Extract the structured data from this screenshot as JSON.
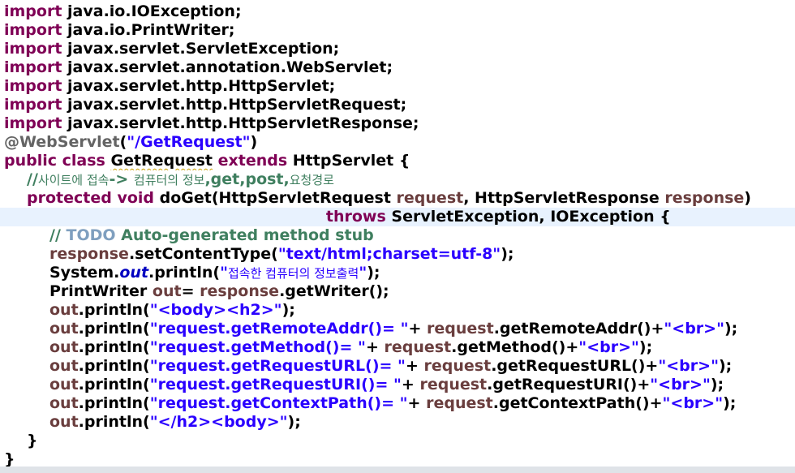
{
  "colors": {
    "keyword": "#7f0055",
    "string": "#2a00ff",
    "field": "#0000c0",
    "variable": "#6a3e3e",
    "comment": "#3f7f5f",
    "todo": "#7f9fbf",
    "annotation": "#646464",
    "current_line": "#e8f2fe"
  },
  "lines": [
    {
      "indent": 0,
      "tokens": [
        {
          "t": "import",
          "c": "kw"
        },
        {
          "t": " java.io.IOException;",
          "c": "plain"
        }
      ]
    },
    {
      "indent": 0,
      "tokens": [
        {
          "t": "import",
          "c": "kw"
        },
        {
          "t": " java.io.PrintWriter;",
          "c": "plain"
        }
      ]
    },
    {
      "indent": 0,
      "tokens": [
        {
          "t": "import",
          "c": "kw"
        },
        {
          "t": " javax.servlet.ServletException;",
          "c": "plain"
        }
      ]
    },
    {
      "indent": 0,
      "tokens": [
        {
          "t": "import",
          "c": "kw"
        },
        {
          "t": " javax.servlet.annotation.WebServlet;",
          "c": "plain"
        }
      ]
    },
    {
      "indent": 0,
      "tokens": [
        {
          "t": "import",
          "c": "kw"
        },
        {
          "t": " javax.servlet.http.HttpServlet;",
          "c": "plain"
        }
      ]
    },
    {
      "indent": 0,
      "tokens": [
        {
          "t": "import",
          "c": "kw"
        },
        {
          "t": " javax.servlet.http.HttpServletRequest;",
          "c": "plain"
        }
      ]
    },
    {
      "indent": 0,
      "tokens": [
        {
          "t": "import",
          "c": "kw"
        },
        {
          "t": " javax.servlet.http.HttpServletResponse;",
          "c": "plain"
        }
      ]
    },
    {
      "indent": 0,
      "tokens": [
        {
          "t": "@WebServlet",
          "c": "ann"
        },
        {
          "t": "(",
          "c": "plain"
        },
        {
          "t": "\"/GetRequest\"",
          "c": "str"
        },
        {
          "t": ")",
          "c": "plain"
        }
      ]
    },
    {
      "indent": 0,
      "tokens": [
        {
          "t": "public",
          "c": "kw"
        },
        {
          "t": " ",
          "c": "plain"
        },
        {
          "t": "class",
          "c": "kw"
        },
        {
          "t": " ",
          "c": "plain"
        },
        {
          "t": "GetRequest",
          "c": "plain",
          "squiggle": true
        },
        {
          "t": " ",
          "c": "plain"
        },
        {
          "t": "extends",
          "c": "kw"
        },
        {
          "t": " HttpServlet {",
          "c": "plain"
        }
      ]
    },
    {
      "indent": 1,
      "korean": true,
      "tokens": [
        {
          "t": "//",
          "c": "comment"
        },
        {
          "t": "사이트에 접속",
          "c": "comment-ko"
        },
        {
          "t": "-> ",
          "c": "comment"
        },
        {
          "t": "컴퓨터의 정보",
          "c": "comment-ko"
        },
        {
          "t": ",get,post,",
          "c": "comment"
        },
        {
          "t": "요청경로",
          "c": "comment-ko"
        }
      ]
    },
    {
      "indent": 1,
      "tokens": [
        {
          "t": "protected",
          "c": "kw"
        },
        {
          "t": " ",
          "c": "plain"
        },
        {
          "t": "void",
          "c": "kw"
        },
        {
          "t": " doGet(HttpServletRequest ",
          "c": "plain"
        },
        {
          "t": "request",
          "c": "var"
        },
        {
          "t": ", HttpServletResponse ",
          "c": "plain"
        },
        {
          "t": "response",
          "c": "var"
        },
        {
          "t": ")",
          "c": "plain"
        }
      ]
    },
    {
      "indent": 0,
      "current": true,
      "tokens": [
        {
          "t": "                                                            ",
          "c": "plain"
        },
        {
          "t": "throws",
          "c": "kw"
        },
        {
          "t": " ServletException, IOException {",
          "c": "plain"
        }
      ]
    },
    {
      "indent": 2,
      "tokens": [
        {
          "t": "// ",
          "c": "comment"
        },
        {
          "t": "TODO",
          "c": "todo"
        },
        {
          "t": " Auto-generated method stub",
          "c": "comment"
        }
      ]
    },
    {
      "indent": 2,
      "tokens": [
        {
          "t": "response",
          "c": "var"
        },
        {
          "t": ".setContentType(",
          "c": "plain"
        },
        {
          "t": "\"text/html;charset=utf-8\"",
          "c": "str"
        },
        {
          "t": ");",
          "c": "plain"
        }
      ]
    },
    {
      "indent": 2,
      "korean": true,
      "tokens": [
        {
          "t": "System.",
          "c": "plain"
        },
        {
          "t": "out",
          "c": "static"
        },
        {
          "t": ".println(",
          "c": "plain"
        },
        {
          "t": "\"",
          "c": "str"
        },
        {
          "t": "접속한 컴퓨터의 정보출력",
          "c": "str-ko"
        },
        {
          "t": "\"",
          "c": "str"
        },
        {
          "t": ");",
          "c": "plain"
        }
      ]
    },
    {
      "indent": 2,
      "tokens": [
        {
          "t": "PrintWriter ",
          "c": "plain"
        },
        {
          "t": "out",
          "c": "var"
        },
        {
          "t": "= ",
          "c": "plain"
        },
        {
          "t": "response",
          "c": "var"
        },
        {
          "t": ".getWriter();",
          "c": "plain"
        }
      ]
    },
    {
      "indent": 2,
      "tokens": [
        {
          "t": "out",
          "c": "var"
        },
        {
          "t": ".println(",
          "c": "plain"
        },
        {
          "t": "\"<body><h2>\"",
          "c": "str"
        },
        {
          "t": ");",
          "c": "plain"
        }
      ]
    },
    {
      "indent": 2,
      "tokens": [
        {
          "t": "out",
          "c": "var"
        },
        {
          "t": ".println(",
          "c": "plain"
        },
        {
          "t": "\"request.getRemoteAddr()= \"",
          "c": "str"
        },
        {
          "t": "+ ",
          "c": "plain"
        },
        {
          "t": "request",
          "c": "var"
        },
        {
          "t": ".getRemoteAddr()+",
          "c": "plain"
        },
        {
          "t": "\"<br>\"",
          "c": "str"
        },
        {
          "t": ");",
          "c": "plain"
        }
      ]
    },
    {
      "indent": 2,
      "tokens": [
        {
          "t": "out",
          "c": "var"
        },
        {
          "t": ".println(",
          "c": "plain"
        },
        {
          "t": "\"request.getMethod()= \"",
          "c": "str"
        },
        {
          "t": "+ ",
          "c": "plain"
        },
        {
          "t": "request",
          "c": "var"
        },
        {
          "t": ".getMethod()+",
          "c": "plain"
        },
        {
          "t": "\"<br>\"",
          "c": "str"
        },
        {
          "t": ");",
          "c": "plain"
        }
      ]
    },
    {
      "indent": 2,
      "tokens": [
        {
          "t": "out",
          "c": "var"
        },
        {
          "t": ".println(",
          "c": "plain"
        },
        {
          "t": "\"request.getRequestURL()= \"",
          "c": "str"
        },
        {
          "t": "+ ",
          "c": "plain"
        },
        {
          "t": "request",
          "c": "var"
        },
        {
          "t": ".getRequestURL()+",
          "c": "plain"
        },
        {
          "t": "\"<br>\"",
          "c": "str"
        },
        {
          "t": ");",
          "c": "plain"
        }
      ]
    },
    {
      "indent": 2,
      "tokens": [
        {
          "t": "out",
          "c": "var"
        },
        {
          "t": ".println(",
          "c": "plain"
        },
        {
          "t": "\"request.getRequestURI()= \"",
          "c": "str"
        },
        {
          "t": "+ ",
          "c": "plain"
        },
        {
          "t": "request",
          "c": "var"
        },
        {
          "t": ".getRequestURI()+",
          "c": "plain"
        },
        {
          "t": "\"<br>\"",
          "c": "str"
        },
        {
          "t": ");",
          "c": "plain"
        }
      ]
    },
    {
      "indent": 2,
      "tokens": [
        {
          "t": "out",
          "c": "var"
        },
        {
          "t": ".println(",
          "c": "plain"
        },
        {
          "t": "\"request.getContextPath()= \"",
          "c": "str"
        },
        {
          "t": "+ ",
          "c": "plain"
        },
        {
          "t": "request",
          "c": "var"
        },
        {
          "t": ".getContextPath()+",
          "c": "plain"
        },
        {
          "t": "\"<br>\"",
          "c": "str"
        },
        {
          "t": ");",
          "c": "plain"
        }
      ]
    },
    {
      "indent": 2,
      "tokens": [
        {
          "t": "out",
          "c": "var"
        },
        {
          "t": ".println(",
          "c": "plain"
        },
        {
          "t": "\"</h2><body>\"",
          "c": "str"
        },
        {
          "t": ");",
          "c": "plain"
        }
      ]
    },
    {
      "indent": 1,
      "tokens": [
        {
          "t": "}",
          "c": "plain"
        }
      ]
    },
    {
      "indent": 0,
      "tokens": [
        {
          "t": "}",
          "c": "plain"
        }
      ]
    }
  ]
}
